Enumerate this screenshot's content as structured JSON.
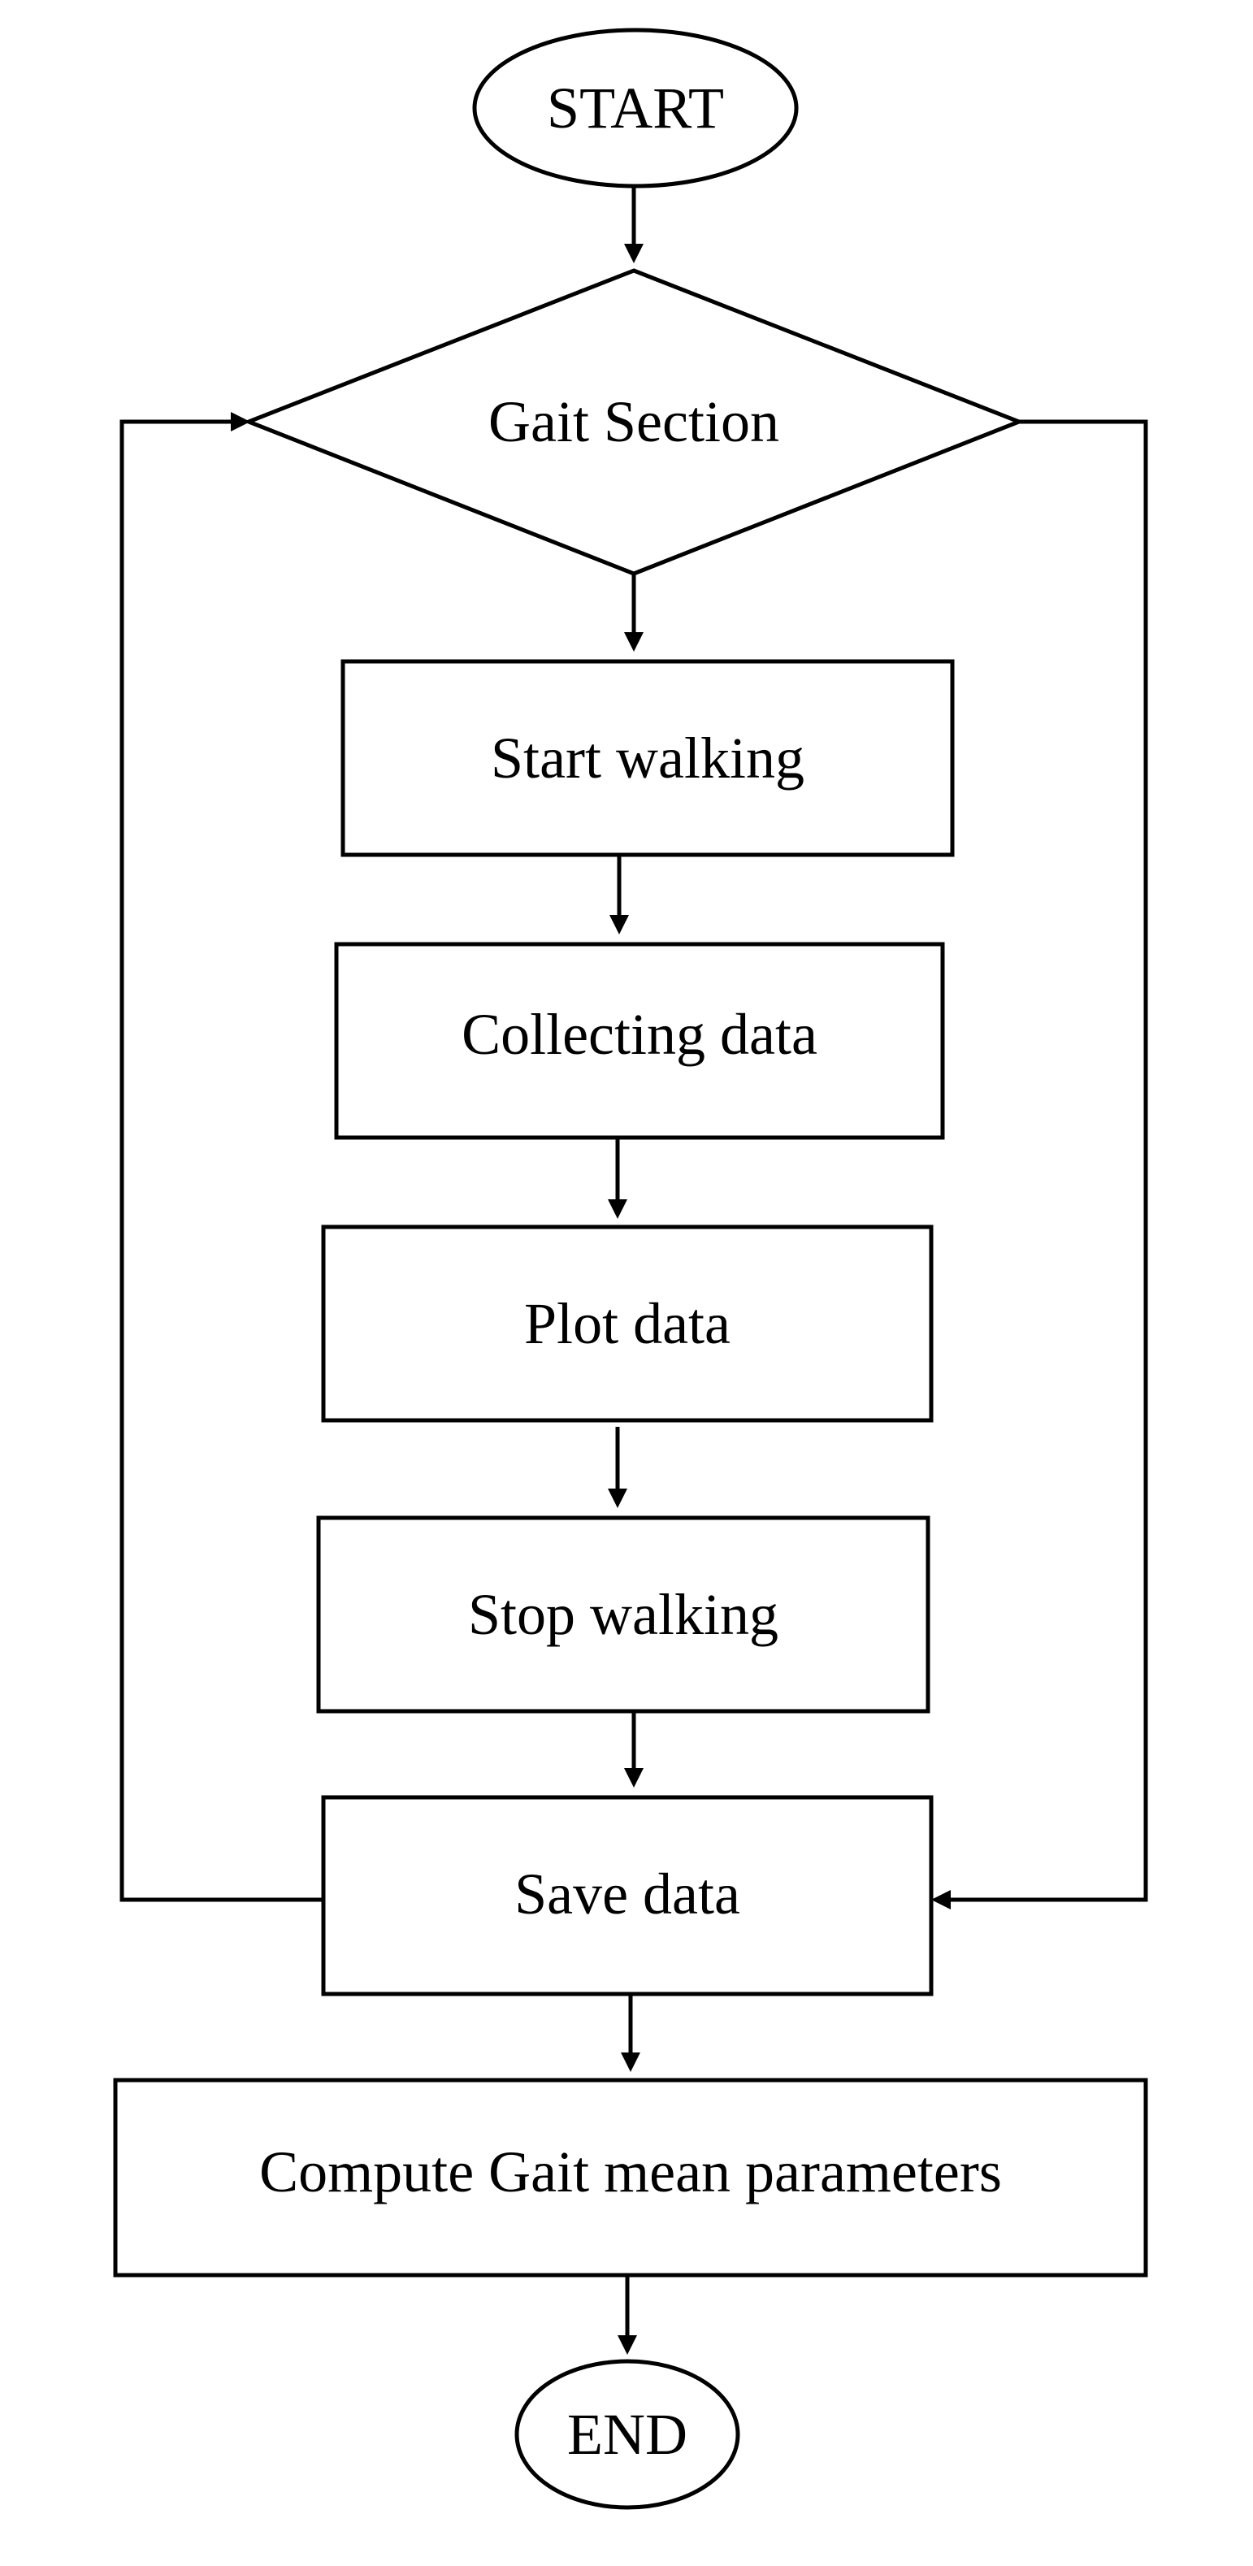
{
  "diagram": {
    "start": "START",
    "decision": "Gait Section",
    "steps": {
      "start_walking": "Start walking",
      "collecting_data": "Collecting data",
      "plot_data": "Plot data",
      "stop_walking": "Stop walking",
      "save_data": "Save data",
      "compute": "Compute Gait mean parameters"
    },
    "end": "END"
  }
}
